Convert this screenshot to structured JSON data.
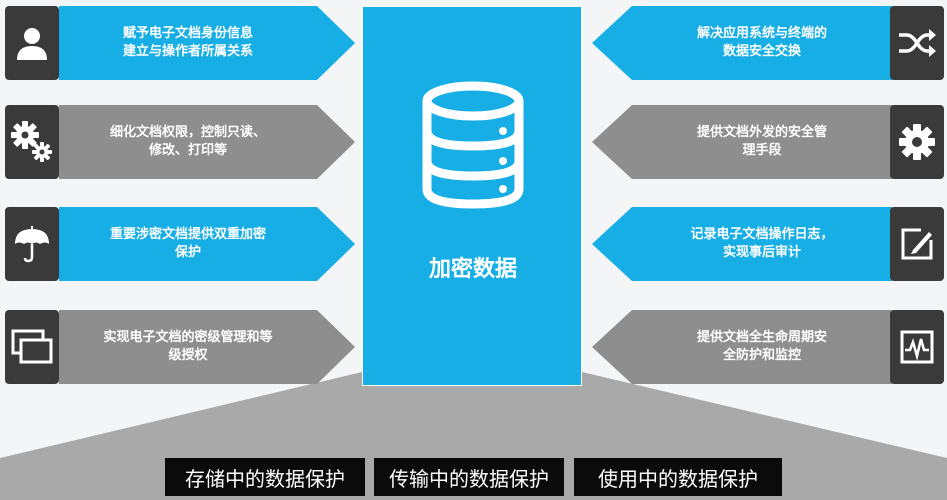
{
  "center": {
    "label": "加密数据",
    "icon": "database-icon"
  },
  "left_items": [
    {
      "text_line1": "赋予电子文档身份信息",
      "text_line2": "建立与操作者所属关系",
      "icon": "user-icon",
      "color": "#17aee6"
    },
    {
      "text_line1": "细化文档权限，控制只读、",
      "text_line2": "修改、打印等",
      "icon": "gears-icon",
      "color": "#8e8e8e"
    },
    {
      "text_line1": "重要涉密文档提供双重加密",
      "text_line2": "保护",
      "icon": "umbrella-icon",
      "color": "#17aee6"
    },
    {
      "text_line1": "实现电子文档的密级管理和等",
      "text_line2": "级授权",
      "icon": "windows-icon",
      "color": "#8e8e8e"
    }
  ],
  "right_items": [
    {
      "text_line1": "解决应用系统与终端的",
      "text_line2": "数据安全交换",
      "icon": "shuffle-icon",
      "color": "#17aee6"
    },
    {
      "text_line1": "提供文档外发的安全管",
      "text_line2": "理手段",
      "icon": "gear-icon",
      "color": "#8e8e8e"
    },
    {
      "text_line1": "记录电子文档操作日志，",
      "text_line2": "实现事后审计",
      "icon": "edit-icon",
      "color": "#17aee6"
    },
    {
      "text_line1": "提供文档全生命周期安",
      "text_line2": "全防护和监控",
      "icon": "monitor-icon",
      "color": "#8e8e8e"
    }
  ],
  "bottom_buttons": [
    {
      "label": "存储中的数据保护"
    },
    {
      "label": "传输中的数据保护"
    },
    {
      "label": "使用中的数据保护"
    }
  ]
}
